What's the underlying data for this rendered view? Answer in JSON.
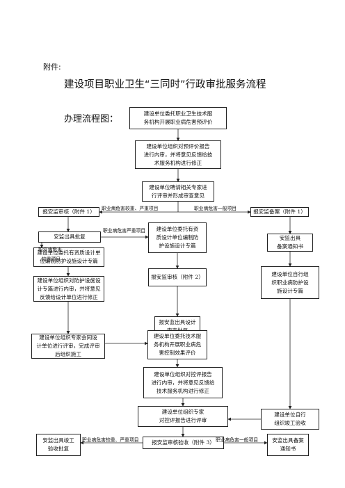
{
  "header": {
    "attachment": "附件:",
    "title": "建设项目职业卫生“三同时”行政审批服务流程",
    "flow_label": "办理流程图："
  },
  "boxes": {
    "b1": "建设单位委托职业卫生技术服\n务机构开展职业病危害预评价",
    "b2": "建设单位组织对预评价报告\n进行内审，并将意见反馈给技\n术服务机构进行修正",
    "b3": "建设单位聘请相关专家进\n行评审并形成审查意见",
    "left1": "报安监审核（附件 1）",
    "right1": "报安监备案（附件 1）",
    "left2": "安监出具批复",
    "mid1": "建设单位委托有资\n质设计单位编制防\n护设施设计专篇",
    "right2": "安监出具\n备案通知书",
    "left3": "建设单位委托有资质设计单\n位编制防护设施设计专篇",
    "mid2": "报安监审核（附件 2）",
    "right3": "建设单位自行组\n织职业病防护设\n施设计专篇",
    "left4": "建设单位组织对防护设施设\n计专篇进行内审，并将意见\n反馈给设计单位进行修正",
    "mid3": "报安监出具设计\n审查批复",
    "left5": "建设单位组织专家会同设\n计单位进行评审，完成评审\n后组织施工",
    "mid4": "建设单位委托技术服\n务机构开展职业病危\n害控制效果评价",
    "mid5": "建设单位组织对控评报告\n进行内审，并将意见反馈给\n技术服务机构进行修正",
    "mid6": "建设单位组织专家\n对控评报告进行评审",
    "right4": "建设单位自行\n组织竣工验收",
    "left6": "安监出具竣工\n验收批复",
    "mid7": "报安监审核验收（附件 3）",
    "right5": "安监出具备案\n通知书"
  },
  "labels": {
    "l_serious1": "职业病危害较重、严重项目",
    "l_general1": "职业病危害一般项目",
    "l_severe": "职业病危害严重项目",
    "l_heavy_a": "职业病危害",
    "l_heavy_b": "较重项目",
    "l_serious2": "职业病危害较重、严重项目",
    "l_general2": "职业病危害一般项目"
  }
}
